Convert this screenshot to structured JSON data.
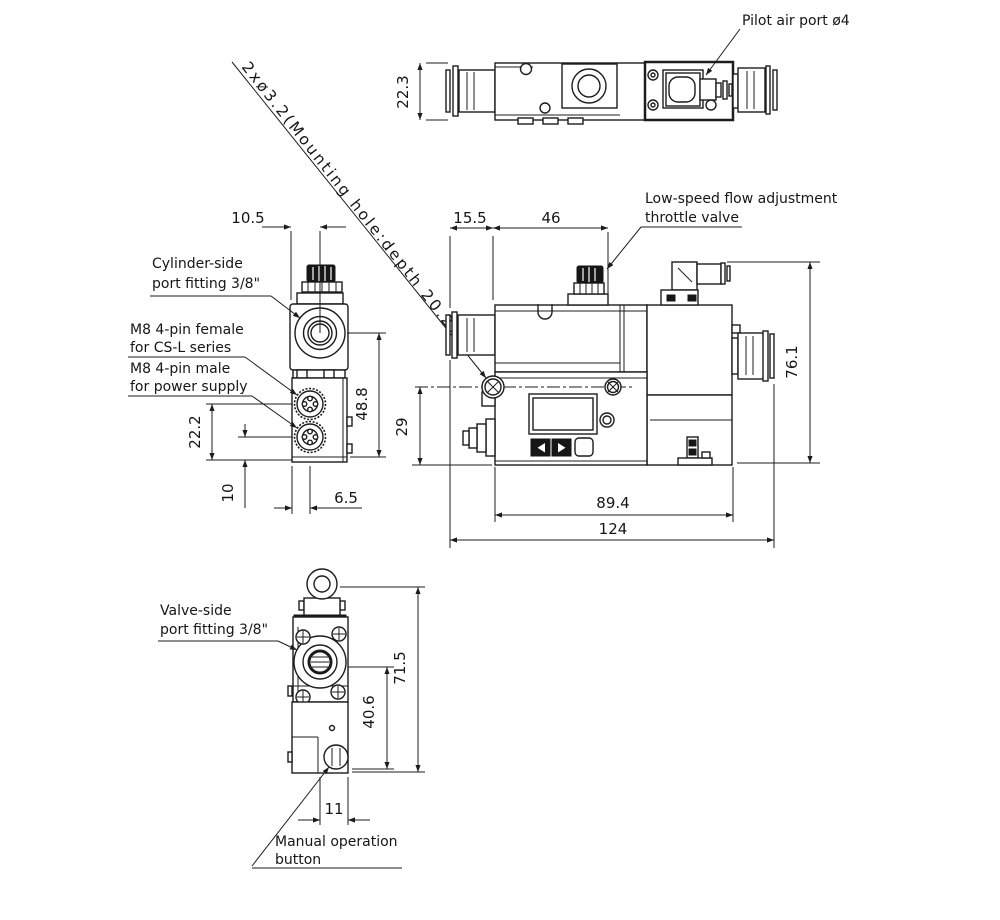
{
  "labels": {
    "pilot": "Pilot air port ø4",
    "mounting": "2xø3.2(Mounting hole:depth 20.2)",
    "cyl1": "Cylinder-side",
    "cyl2": "port fitting 3/8\"",
    "m8f1": "M8 4-pin female",
    "m8f2": "for CS-L series",
    "m8m1": "M8 4-pin male",
    "m8m2": "for power supply",
    "thr1": "Low-speed flow adjustment",
    "thr2": "throttle valve",
    "valve1": "Valve-side",
    "valve2": "port fitting 3/8\"",
    "man1": "Manual operation",
    "man2": "button"
  },
  "dims": {
    "top_height": "22.3",
    "left_offset": "10.5",
    "left_height": "48.8",
    "left_conn": "22.2",
    "left_lower": "10",
    "left_bottom": "6.5",
    "main_left": "15.5",
    "main_throttle": "46",
    "main_height": "76.1",
    "main_mount": "29",
    "main_body_w": "89.4",
    "main_total_w": "124",
    "bottom_height": "71.5",
    "bottom_port": "40.6",
    "bottom_btn": "11"
  }
}
